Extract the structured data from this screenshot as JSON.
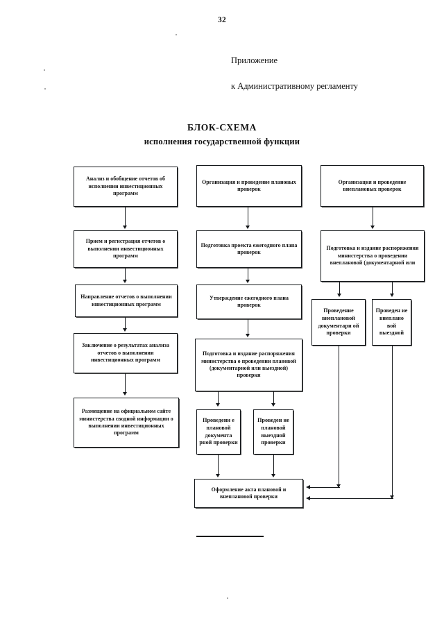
{
  "document": {
    "page_number": "32",
    "appendix_lines": [
      "Приложение",
      "к Административному регламенту"
    ],
    "title": "БЛОК-СХЕМА",
    "subtitle": "исполнения государственной функции"
  },
  "flow": {
    "columns": [
      {
        "name": "investment-programs-column",
        "nodes": [
          {
            "id": "n1",
            "text": "Анализ и обобщение отчетов об исполнении инвестиционных программ"
          },
          {
            "id": "n2",
            "text": "Прием и регистрация отчетов о выполнении инвестиционных программ"
          },
          {
            "id": "n3",
            "text": "Направление отчетов о выполнении инвестиционных программ"
          },
          {
            "id": "n4",
            "text": "Заключение о результатах анализа отчетов о выполнении инвестиционных программ"
          },
          {
            "id": "n5",
            "text": "Размещение на официальном сайте министерства сводной информации о выполнении инвестиционных программ"
          }
        ]
      },
      {
        "name": "planned-inspections-column",
        "nodes": [
          {
            "id": "n6",
            "text": "Организация и проведение плановых проверок"
          },
          {
            "id": "n7",
            "text": "Подготовка проекта ежегодного плана проверок"
          },
          {
            "id": "n8",
            "text": "Утверждение ежегодного плана проверок"
          },
          {
            "id": "n9",
            "text": "Подготовка и издание распоряжения министерства о проведении плановой (документарной или выездной) проверки"
          },
          {
            "id": "n10",
            "text": "Проведени е плановой документа рной проверки"
          },
          {
            "id": "n11",
            "text": "Проведен ие плановой выездной проверки"
          }
        ]
      },
      {
        "name": "unplanned-inspections-column",
        "nodes": [
          {
            "id": "n12",
            "text": "Организация и проведение внеплановых проверок"
          },
          {
            "id": "n13",
            "text": "Подготовка и издание распоряжения министерства о проведении внеплановой (документарной или"
          },
          {
            "id": "n14",
            "text": "Проведение внеплановой документари ой проверки"
          },
          {
            "id": "n15",
            "text": "Проведен ие внеплано вой выездной"
          }
        ]
      }
    ],
    "terminal_node": {
      "id": "n16",
      "text": "Оформление акта плановой и внеплановой проверки"
    }
  }
}
